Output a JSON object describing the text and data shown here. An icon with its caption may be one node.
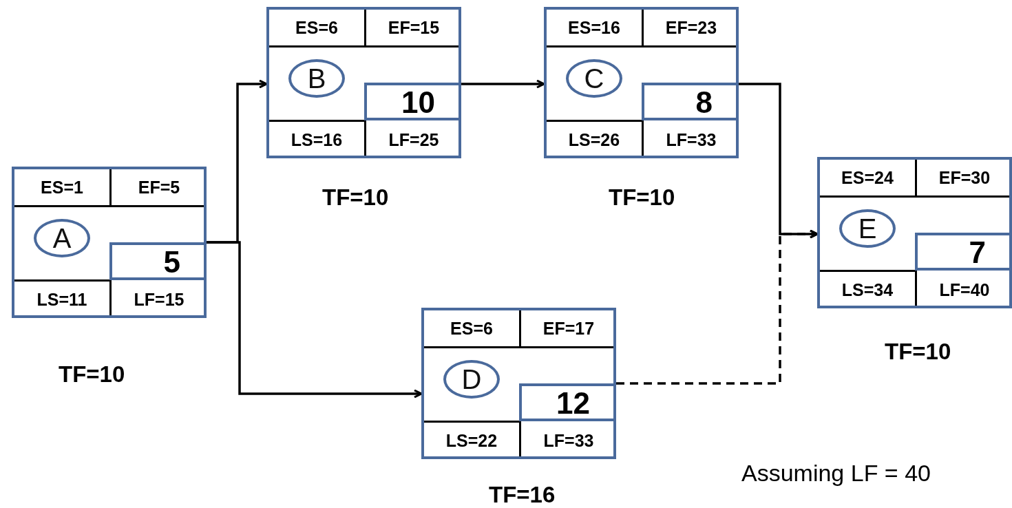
{
  "diagram": {
    "nodes": [
      {
        "text": [
          "ES=1",
          "EF=5",
          "LS=11",
          "LF=15"
        ],
        "beside": [
          "TF=10"
        ]
      },
      {
        "text": [
          "A"
        ],
        "in": 0
      },
      {
        "text": [
          "5"
        ],
        "in": 0
      },
      {
        "text": [
          "ES=6",
          "EF=15",
          "LS=16",
          "LF=25"
        ],
        "beside": [
          "TF=10"
        ]
      },
      {
        "text": [
          "B"
        ],
        "in": 3
      },
      {
        "text": [
          "10"
        ],
        "in": 3
      },
      {
        "text": [
          "ES=16",
          "EF=23",
          "LS=26",
          "LF=33"
        ],
        "beside": [
          "TF=10"
        ]
      },
      {
        "text": [
          "C"
        ],
        "in": 6
      },
      {
        "text": [
          "8"
        ],
        "in": 6
      },
      {
        "text": [
          "ES=6",
          "EF=17",
          "LS=22",
          "LF=33"
        ],
        "beside": [
          "TF=16"
        ]
      },
      {
        "text": [
          "D"
        ],
        "in": 9
      },
      {
        "text": [
          "12"
        ],
        "in": 9
      },
      {
        "text": [
          "ES=24",
          "EF=30",
          "LS=34",
          "LF=40"
        ],
        "beside": [
          "TF=10"
        ]
      },
      {
        "text": [
          "E"
        ],
        "in": 12
      },
      {
        "text": [
          "7"
        ],
        "in": 12
      }
    ],
    "edges": [
      {
        "from": 0,
        "to": 3,
        "arrow": "to"
      },
      {
        "from": 0,
        "to": 9,
        "arrow": "to"
      },
      {
        "from": 3,
        "to": 6,
        "arrow": "to"
      },
      {
        "from": 6,
        "to": 12,
        "arrow": "to"
      },
      {
        "from": 9,
        "to": 12,
        "arrow": "to",
        "style": "dashed"
      }
    ],
    "labels": [
      "Assuming LF = 40"
    ]
  }
}
